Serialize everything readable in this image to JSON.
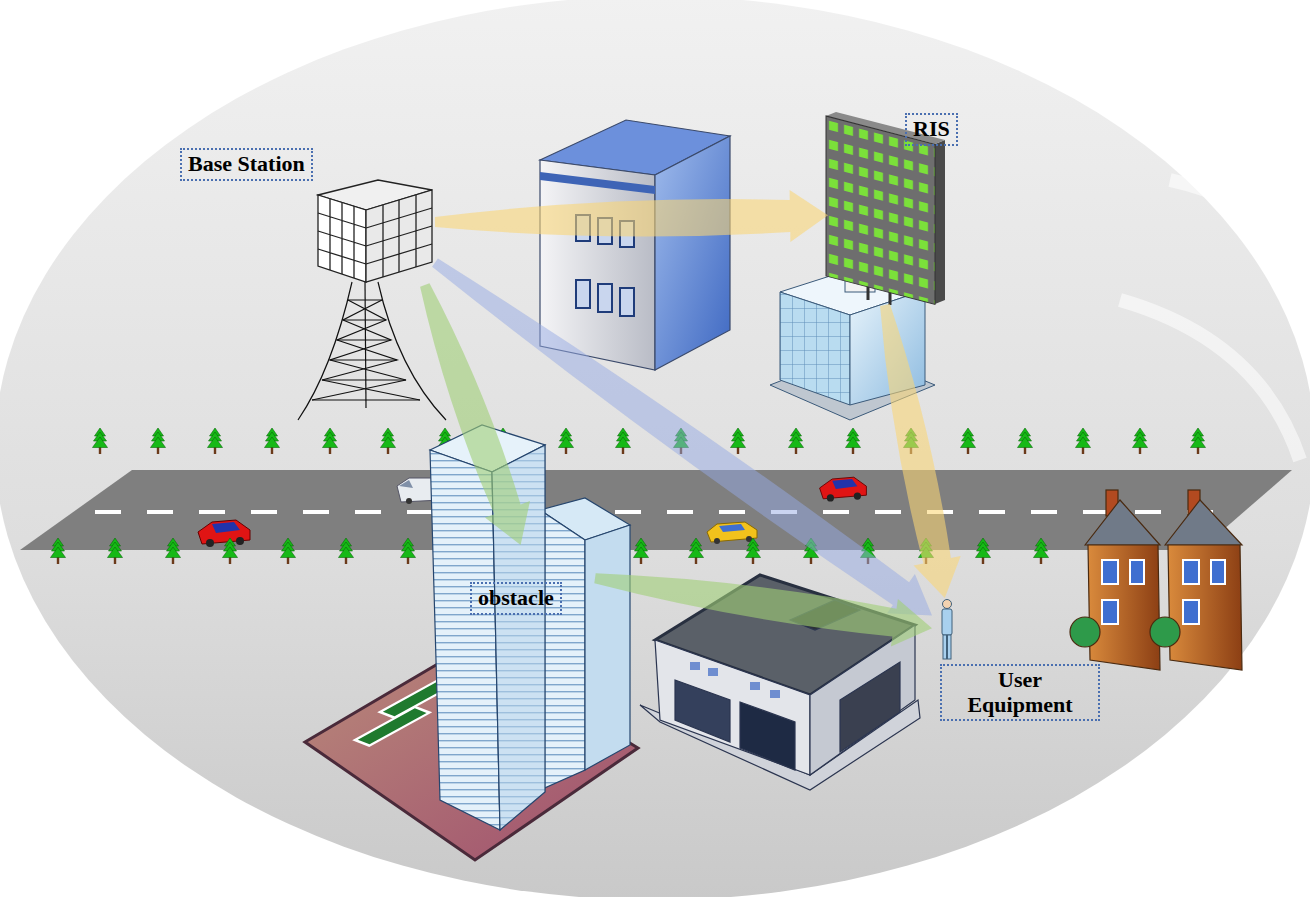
{
  "diagram": {
    "nodes": [
      {
        "text": [
          "Base Station"
        ]
      },
      {
        "text": [
          "RIS"
        ]
      },
      {
        "text": [
          "obstacle"
        ]
      },
      {
        "text": [
          "User Equipment"
        ]
      }
    ],
    "edges": [
      {
        "from": 0,
        "to": 1,
        "arrow": "to"
      },
      {
        "from": 1,
        "to": 3,
        "arrow": "to"
      },
      {
        "from": 0,
        "to": 3,
        "arrow": "to"
      },
      {
        "from": 0,
        "to": 2,
        "arrow": "to"
      },
      {
        "from": 2,
        "to": 3,
        "arrow": "to"
      }
    ]
  }
}
